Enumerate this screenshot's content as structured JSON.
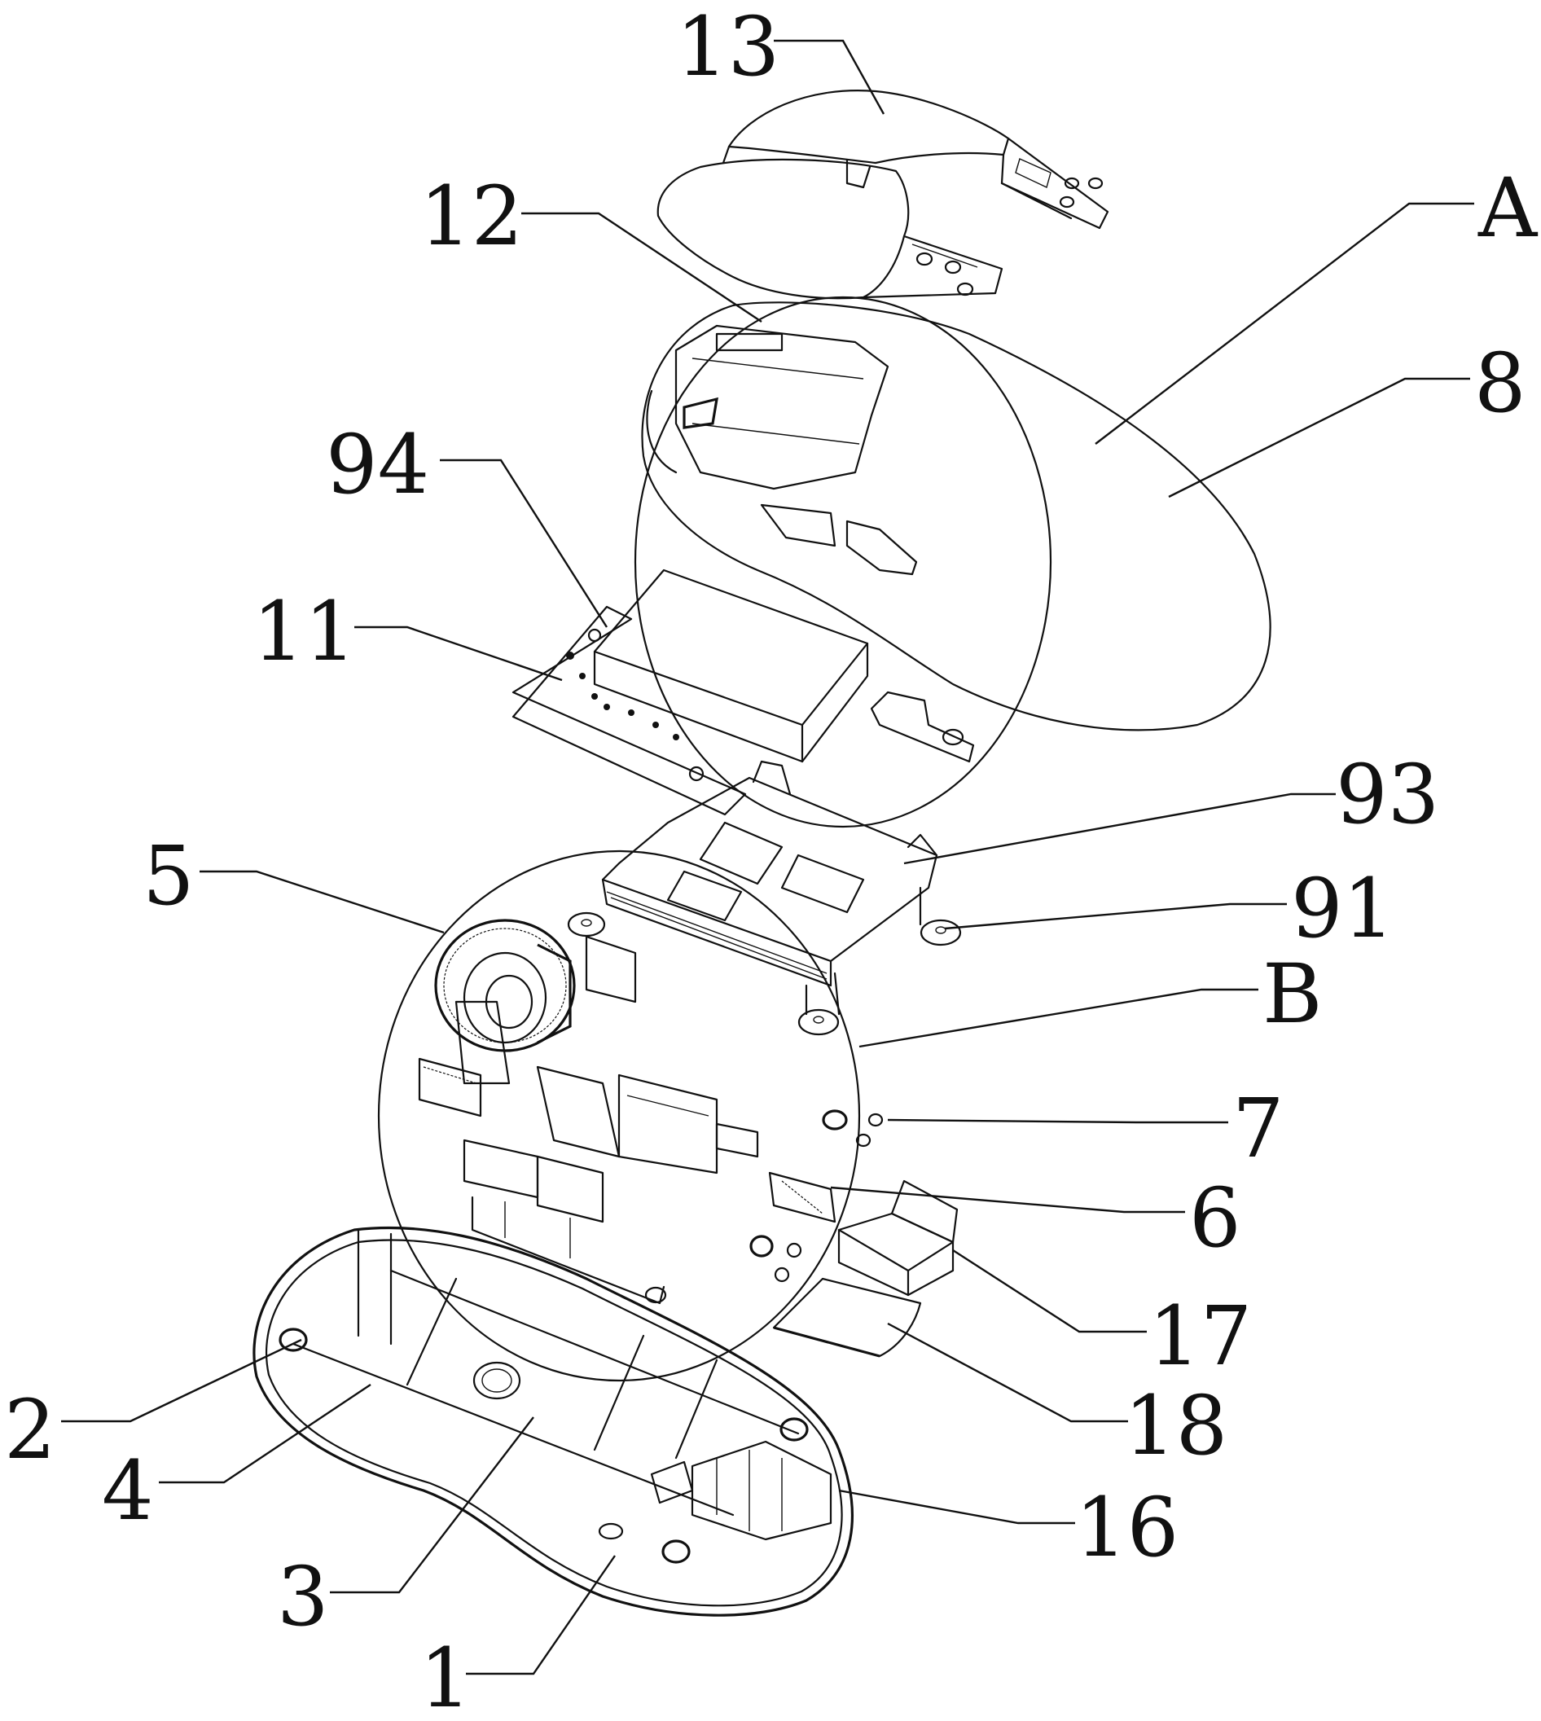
{
  "figure": {
    "type": "exploded-view patent drawing",
    "subject": "computer mouse assembly",
    "background_color": "#ffffff",
    "line_color": "#111111"
  },
  "labels": [
    {
      "id": "13",
      "text": "13",
      "part": "top cover plate"
    },
    {
      "id": "12",
      "text": "12",
      "part": "button cover"
    },
    {
      "id": "A",
      "text": "A",
      "part": "detail view A (enclosing circle)"
    },
    {
      "id": "8",
      "text": "8",
      "part": "upper shell"
    },
    {
      "id": "94",
      "text": "94",
      "part": "battery block"
    },
    {
      "id": "11",
      "text": "11",
      "part": "circuit board"
    },
    {
      "id": "93",
      "text": "93",
      "part": "bracket frame"
    },
    {
      "id": "91",
      "text": "91",
      "part": "bracket mounting lug"
    },
    {
      "id": "5",
      "text": "5",
      "part": "scroll wheel"
    },
    {
      "id": "B",
      "text": "B",
      "part": "detail view B (enclosing circle)"
    },
    {
      "id": "7",
      "text": "7",
      "part": "switch fastener"
    },
    {
      "id": "6",
      "text": "6",
      "part": "micro switch"
    },
    {
      "id": "17",
      "text": "17",
      "part": "receiver housing"
    },
    {
      "id": "18",
      "text": "18",
      "part": "cover flap"
    },
    {
      "id": "2",
      "text": "2",
      "part": "post"
    },
    {
      "id": "4",
      "text": "4",
      "part": "side rib"
    },
    {
      "id": "16",
      "text": "16",
      "part": "connector block"
    },
    {
      "id": "3",
      "text": "3",
      "part": "center rib"
    },
    {
      "id": "1",
      "text": "1",
      "part": "base shell"
    }
  ]
}
